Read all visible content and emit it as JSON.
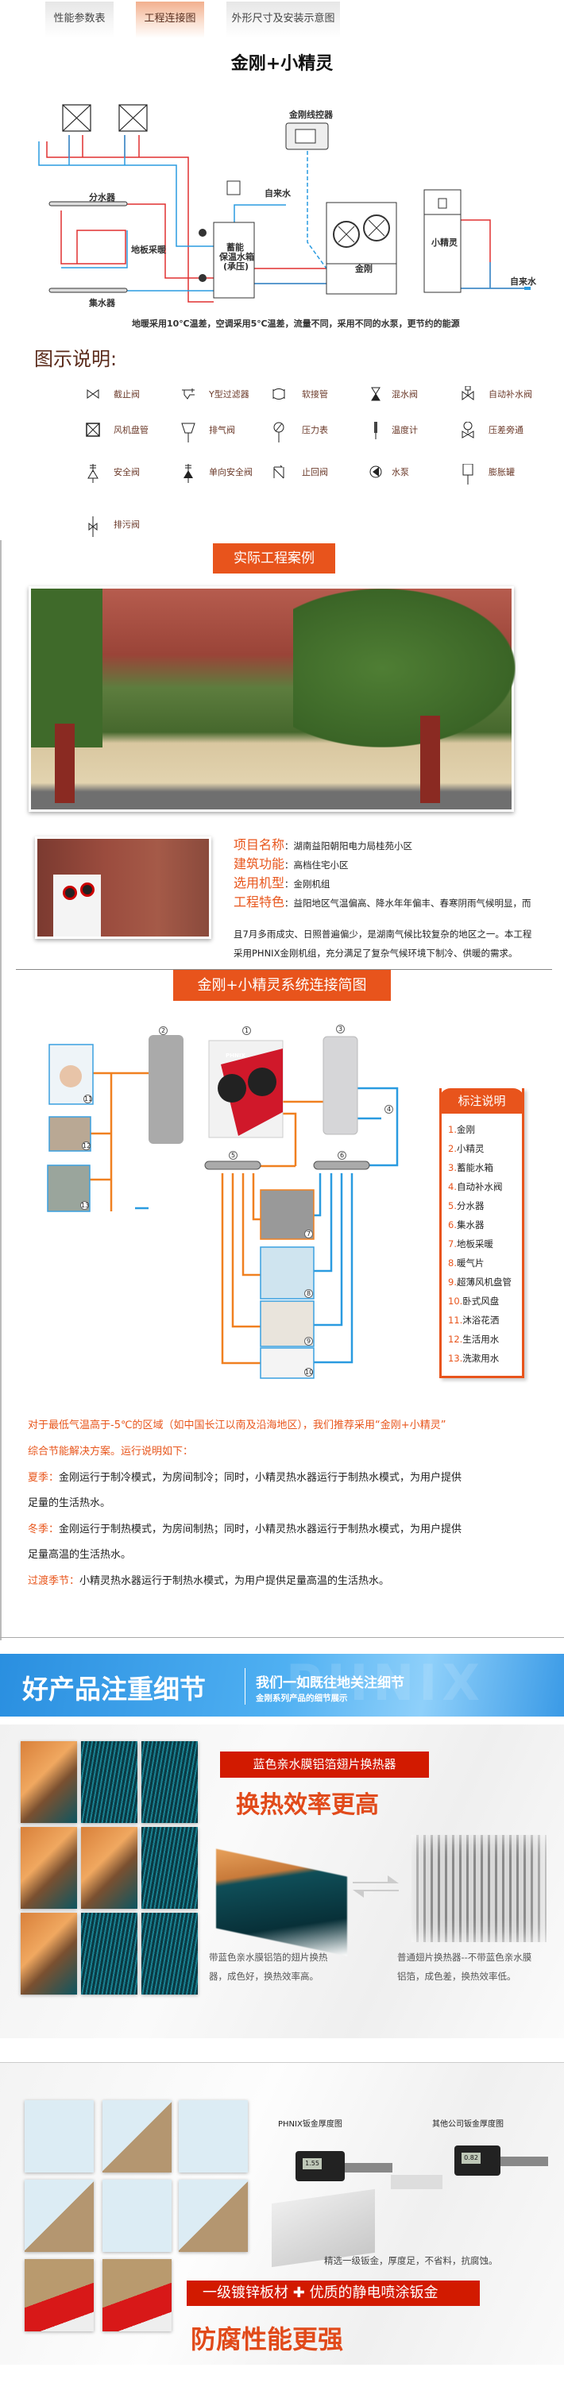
{
  "tabs": [
    {
      "label": "性能参数表"
    },
    {
      "label": "工程连接图"
    },
    {
      "label": "外形尺寸及安装示意图"
    }
  ],
  "page_title": "金刚+小精灵",
  "diagram1": {
    "controller_label": "金刚线控器",
    "tap_water_label": "自来水",
    "distributor_label": "分水器",
    "floor_heating_label": "地板采暖",
    "collector_label": "集水器",
    "tank_label_1": "蓄能",
    "tank_label_2": "保温水箱",
    "tank_label_3": "(承压)",
    "unit_label": "金刚",
    "heater_label": "小精灵",
    "caption": "地暖采用10℃温差，空调采用5℃温差，流量不同，采用不同的水泵，更节约的能源"
  },
  "legend_title": "图示说明:",
  "legend_items": [
    {
      "label": "截止阀",
      "icon": "stop-valve"
    },
    {
      "label": "Y型过滤器",
      "icon": "y-filter"
    },
    {
      "label": "软接管",
      "icon": "flex-joint"
    },
    {
      "label": "混水阀",
      "icon": "mixing-valve"
    },
    {
      "label": "自动补水阀",
      "icon": "auto-fill-valve"
    },
    {
      "label": "风机盘管",
      "icon": "fan-coil"
    },
    {
      "label": "排气阀",
      "icon": "air-vent"
    },
    {
      "label": "压力表",
      "icon": "pressure-gauge"
    },
    {
      "label": "温度计",
      "icon": "thermometer"
    },
    {
      "label": "压差旁通",
      "icon": "differential-bypass"
    },
    {
      "label": "安全阀",
      "icon": "safety-valve"
    },
    {
      "label": "单向安全阀",
      "icon": "one-way-safety-valve"
    },
    {
      "label": "止回阀",
      "icon": "check-valve"
    },
    {
      "label": "水泵",
      "icon": "water-pump"
    },
    {
      "label": "膨胀罐",
      "icon": "expansion-tank"
    },
    {
      "label": "排污阀",
      "icon": "drain-valve"
    }
  ],
  "case": {
    "banner": "实际工程案例",
    "rows": [
      {
        "label": "项目名称",
        "value": "：湖南益阳朝阳电力局桂苑小区"
      },
      {
        "label": "建筑功能",
        "value": "：高档住宅小区"
      },
      {
        "label": "选用机型",
        "value": "：金刚机组"
      },
      {
        "label": "工程特色",
        "value": "：益阳地区气温偏高、降水年年偏丰、春寒阴雨气候明显，而"
      }
    ],
    "desc_line2": "且7月多雨成灾、日照普遍偏少，是湖南气候比较复杂的地区之一。本工程",
    "desc_line3": "采用PHNIX金刚机组，充分满足了复杂气候环境下制冷、供暖的需求。"
  },
  "system": {
    "banner": "金刚+小精灵系统连接简图",
    "legend_title": "标注说明",
    "legend": [
      {
        "n": "1.",
        "t": "金刚"
      },
      {
        "n": "2.",
        "t": "小精灵"
      },
      {
        "n": "3.",
        "t": "蓄能水箱"
      },
      {
        "n": "4.",
        "t": "自动补水阀"
      },
      {
        "n": "5.",
        "t": "分水器"
      },
      {
        "n": "6.",
        "t": "集水器"
      },
      {
        "n": "7.",
        "t": "地板采暖"
      },
      {
        "n": "8.",
        "t": "暖气片"
      },
      {
        "n": "9.",
        "t": "超薄风机盘管"
      },
      {
        "n": "10.",
        "t": "卧式风盘"
      },
      {
        "n": "11.",
        "t": "沐浴花洒"
      },
      {
        "n": "12.",
        "t": "生活用水"
      },
      {
        "n": "13.",
        "t": "洗漱用水"
      }
    ],
    "brand": "PHNIX",
    "numbers": [
      "1",
      "2",
      "3",
      "4",
      "5",
      "6",
      "7",
      "8",
      "9",
      "10",
      "11",
      "12",
      "13"
    ]
  },
  "explain": {
    "intro1": "对于最低气温高于-5℃的区域（如中国长江以南及沿海地区），我们推荐采用“金刚+小精灵”",
    "intro2": "综合节能解决方案。运行说明如下：",
    "summer_label": "夏季：",
    "summer1": "金刚运行于制冷模式，为房间制冷；同时，小精灵热水器运行于制热水模式，为用户提供",
    "summer2": "足量的生活热水。",
    "winter_label": "冬季：",
    "winter1": "金刚运行于制热模式，为房间制热；同时，小精灵热水器运行于制热水模式，为用户提供",
    "winter2": "足量高温的生活热水。",
    "transition_label": "过渡季节：",
    "transition": "小精灵热水器运行于制热水模式，为用户提供足量高温的生活热水。"
  },
  "detail": {
    "title": "好产品注重细节",
    "subtitle": "我们一如既往地关注细节",
    "subsub": "金刚系列产品的细节展示",
    "watermark": "PHNIX"
  },
  "heat": {
    "tag": "蓝色亲水膜铝箔翅片换热器",
    "headline": "换热效率更高",
    "left1": "带蓝色亲水膜铝箔的翅片换热",
    "left2": "器，成色好，换热效率高。",
    "right1": "普通翅片换热器--不带蓝色亲水膜",
    "right2": "铝箔，成色差，换热效率低。"
  },
  "sheet": {
    "label_left": "PHNIX钣金厚度图",
    "label_right": "其他公司钣金厚度图",
    "reading_left": "1.55",
    "reading_right": "0.82",
    "caption": "精选一级钣金，厚度足，不省料，抗腐蚀。",
    "tag_a": "一级镀锌板材",
    "tag_plus": "✚",
    "tag_b": "优质的静电喷涂钣金",
    "headline": "防腐性能更强"
  },
  "colors": {
    "orange": "#e8541c",
    "red": "#d21a00",
    "blue": "#2a9be0",
    "pipe_red": "#e03030",
    "pipe_blue": "#2a9be0"
  }
}
